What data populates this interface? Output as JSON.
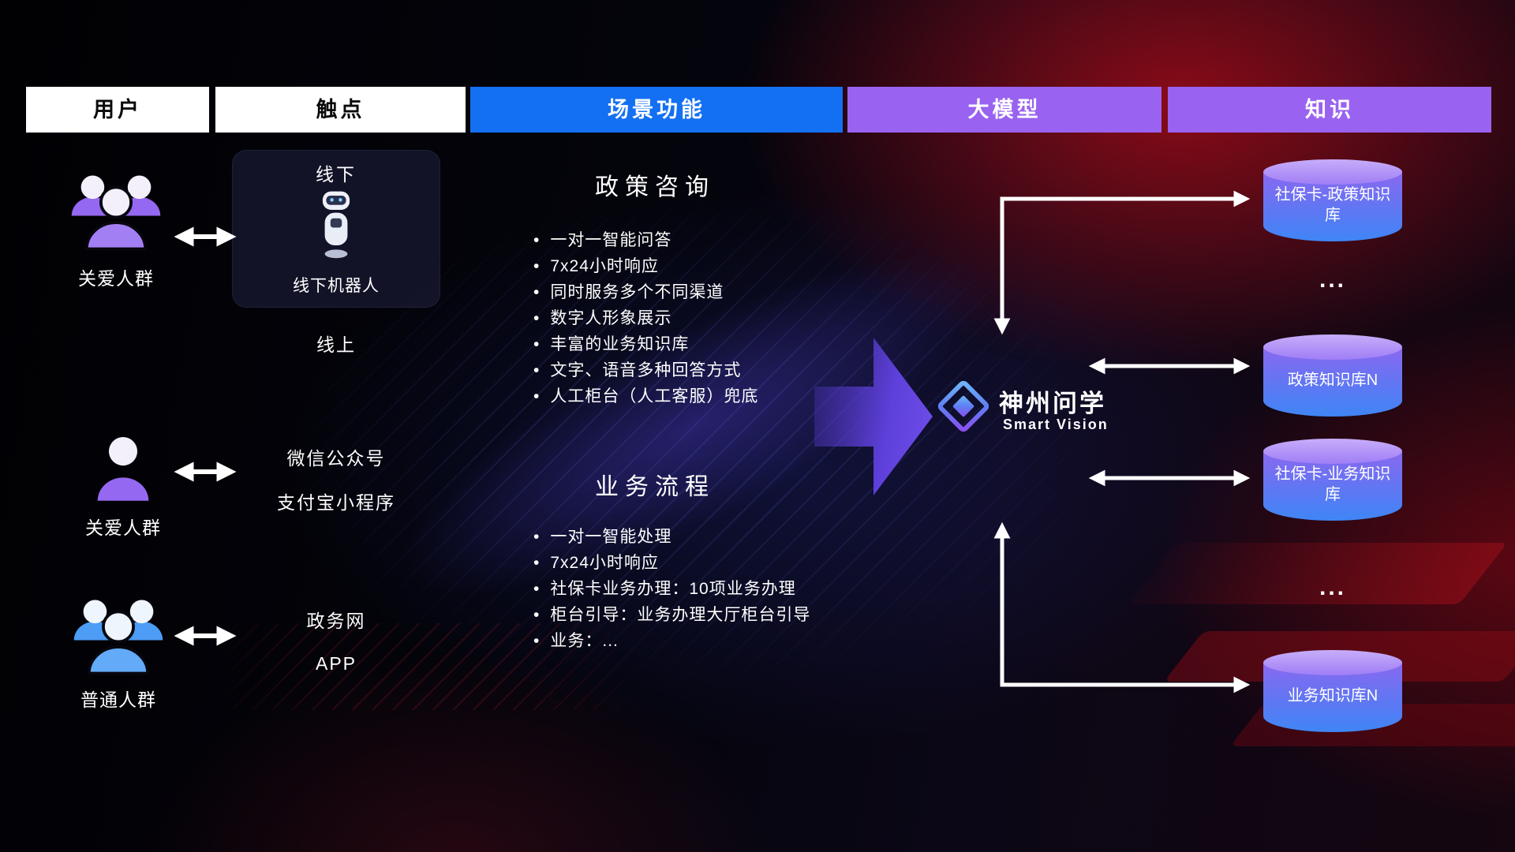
{
  "header": {
    "columns": [
      {
        "label": "用户"
      },
      {
        "label": "触点"
      },
      {
        "label": "场景功能"
      },
      {
        "label": "大模型"
      },
      {
        "label": "知识"
      }
    ]
  },
  "users": {
    "groups": [
      {
        "label": "关爱人群"
      },
      {
        "label": "关爱人群"
      },
      {
        "label": "普通人群"
      }
    ]
  },
  "touchpoints": {
    "offline_title": "线下",
    "offline_robot": "线下机器人",
    "online_title": "线上",
    "wechat": "微信公众号",
    "alipay": "支付宝小程序",
    "gov_web": "政务网",
    "app": "APP"
  },
  "scenarios": [
    {
      "title": "政策咨询",
      "items": [
        "一对一智能问答",
        "7x24小时响应",
        "同时服务多个不同渠道",
        "数字人形象展示",
        "丰富的业务知识库",
        "文字、语音多种回答方式",
        "人工柜台（人工客服）兜底"
      ]
    },
    {
      "title": "业务流程",
      "items": [
        "一对一智能处理",
        "7x24小时响应",
        "社保卡业务办理：10项业务办理",
        "柜台引导：业务办理大厅柜台引导",
        "业务：..."
      ]
    }
  ],
  "model": {
    "name": "神州问学",
    "subtitle": "Smart Vision"
  },
  "knowledge": {
    "db1": "社保卡-政策知识库",
    "db2": "政策知识库N",
    "db3": "社保卡-业务知识库",
    "db4": "业务知识库N",
    "ellipsis": "..."
  },
  "colors": {
    "scene_header_blue": "#1470f2",
    "model_header_purple": "#9a62f0",
    "user_purple": "#9468f0",
    "user_blue": "#4d9cf6",
    "db_top": "#b697f8",
    "db_bottom": "#3f86f5",
    "arrow_white": "#ffffff"
  }
}
